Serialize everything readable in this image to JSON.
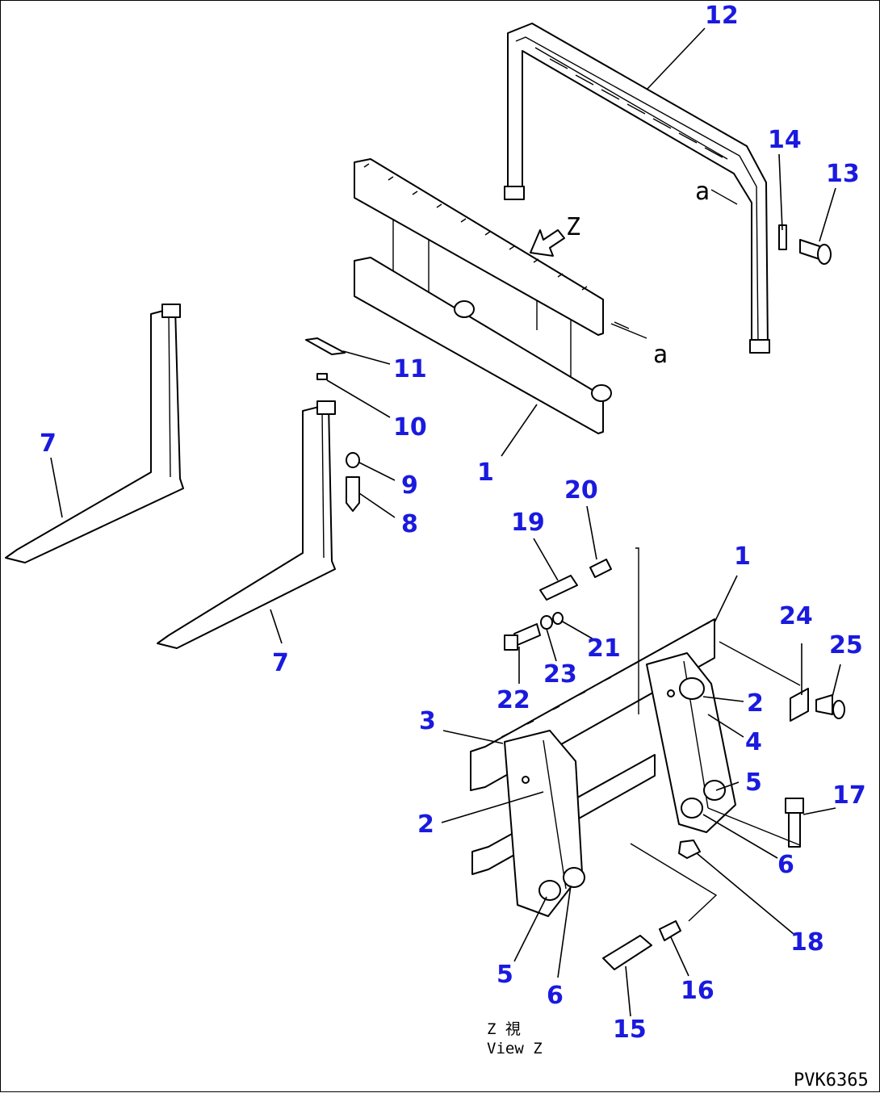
{
  "callouts": [
    {
      "id": "c12",
      "text": "12"
    },
    {
      "id": "c14",
      "text": "14"
    },
    {
      "id": "c13",
      "text": "13"
    },
    {
      "id": "c11",
      "text": "11"
    },
    {
      "id": "c10",
      "text": "10"
    },
    {
      "id": "c7a",
      "text": "7"
    },
    {
      "id": "c9",
      "text": "9"
    },
    {
      "id": "c8",
      "text": "8"
    },
    {
      "id": "c1a",
      "text": "1"
    },
    {
      "id": "c20",
      "text": "20"
    },
    {
      "id": "c19",
      "text": "19"
    },
    {
      "id": "c1b",
      "text": "1"
    },
    {
      "id": "c7b",
      "text": "7"
    },
    {
      "id": "c24",
      "text": "24"
    },
    {
      "id": "c25",
      "text": "25"
    },
    {
      "id": "c21",
      "text": "21"
    },
    {
      "id": "c23",
      "text": "23"
    },
    {
      "id": "c22",
      "text": "22"
    },
    {
      "id": "c3",
      "text": "3"
    },
    {
      "id": "c2a",
      "text": "2"
    },
    {
      "id": "c4",
      "text": "4"
    },
    {
      "id": "c5a",
      "text": "5"
    },
    {
      "id": "c2b",
      "text": "2"
    },
    {
      "id": "c17",
      "text": "17"
    },
    {
      "id": "c6a",
      "text": "6"
    },
    {
      "id": "c18",
      "text": "18"
    },
    {
      "id": "c16",
      "text": "16"
    },
    {
      "id": "c5b",
      "text": "5"
    },
    {
      "id": "c6b",
      "text": "6"
    },
    {
      "id": "c15",
      "text": "15"
    }
  ],
  "annotations": {
    "view_z_letter": "Z",
    "ref_a_top": "a",
    "ref_a_bottom": "a",
    "view_label_jp": "Z   視",
    "view_label_en": "View Z",
    "drawing_code": "PVK6365"
  }
}
